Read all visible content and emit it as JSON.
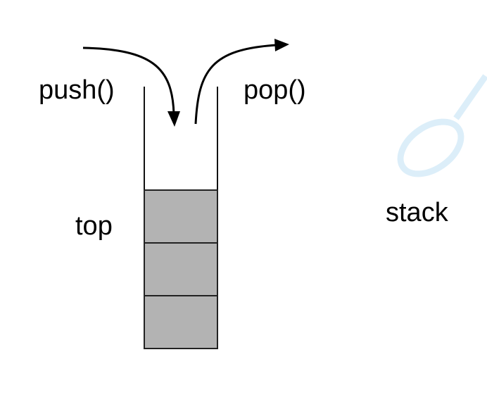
{
  "labels": {
    "push": "push()",
    "pop": "pop()",
    "top": "top",
    "stack": "stack"
  },
  "stack": {
    "filled_slots": 3
  },
  "colors": {
    "slot_fill": "#b3b3b3",
    "line": "#000000",
    "watermark": "#dceef9"
  }
}
